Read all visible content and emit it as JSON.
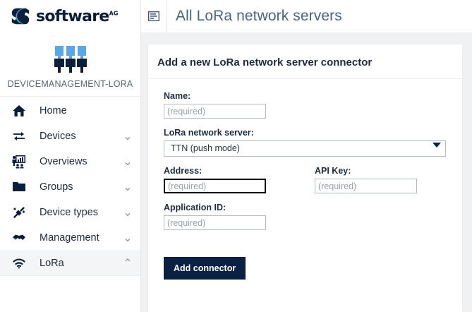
{
  "brand": {
    "name": "software",
    "suffix": "AG",
    "logo_icon": "software-ag-s-logo"
  },
  "sidebar": {
    "app": {
      "icon": "device-plugs-icon",
      "name": "DEVICEMANAGEMENT-LORA"
    },
    "items": [
      {
        "label": "Home",
        "icon": "home-icon",
        "chevron": "",
        "active": false
      },
      {
        "label": "Devices",
        "icon": "transfer-icon",
        "chevron": "⌄",
        "active": false
      },
      {
        "label": "Overviews",
        "icon": "presentation-icon",
        "chevron": "⌄",
        "active": false
      },
      {
        "label": "Groups",
        "icon": "folder-icon",
        "chevron": "⌄",
        "active": false
      },
      {
        "label": "Device types",
        "icon": "plug-icon",
        "chevron": "⌄",
        "active": false
      },
      {
        "label": "Management",
        "icon": "handshake-icon",
        "chevron": "⌄",
        "active": false
      },
      {
        "label": "LoRa",
        "icon": "wifi-icon",
        "chevron": "⌃",
        "active": true
      }
    ]
  },
  "topbar": {
    "menu_icon": "collapse-list-icon",
    "title": "All LoRa network servers"
  },
  "card": {
    "title": "Add a new LoRa network server connector",
    "fields": {
      "name": {
        "label": "Name:",
        "value": "",
        "placeholder": "(required)"
      },
      "server": {
        "label": "LoRa network server:",
        "selected": "TTN (push mode)",
        "options": [
          "TTN (push mode)"
        ]
      },
      "address": {
        "label": "Address:",
        "value": "",
        "placeholder": "(required)",
        "focused": true
      },
      "api_key": {
        "label": "API Key:",
        "value": "",
        "placeholder": "(required)"
      },
      "application_id": {
        "label": "Application ID:",
        "value": "",
        "placeholder": "(required)"
      }
    },
    "submit_label": "Add connector"
  },
  "colors": {
    "navy": "#0b2143",
    "accent_blue": "#5ba7e5",
    "page_bg": "#f0f1f3",
    "title_blue": "#4a6580"
  }
}
